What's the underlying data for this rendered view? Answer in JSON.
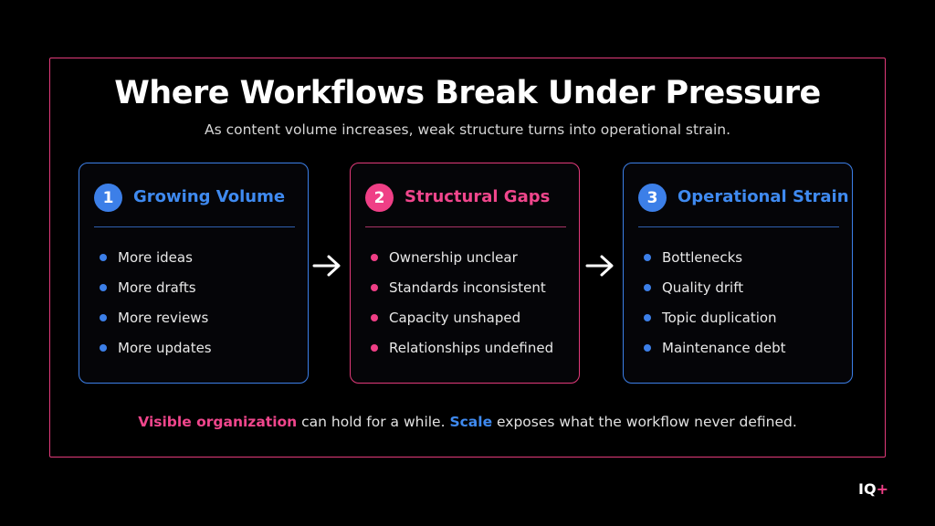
{
  "title": "Where Workflows Break Under Pressure",
  "subtitle": "As content volume increases, weak structure turns into operational strain.",
  "cards": [
    {
      "number": "1",
      "title": "Growing Volume",
      "accent": "#3c7fe8",
      "items": [
        "More ideas",
        "More drafts",
        "More reviews",
        "More updates"
      ]
    },
    {
      "number": "2",
      "title": "Structural Gaps",
      "accent": "#ef3f86",
      "items": [
        "Ownership unclear",
        "Standards inconsistent",
        "Capacity unshaped",
        "Relationships undefined"
      ]
    },
    {
      "number": "3",
      "title": "Operational Strain",
      "accent": "#3c7fe8",
      "items": [
        "Bottlenecks",
        "Quality drift",
        "Topic duplication",
        "Maintenance debt"
      ]
    }
  ],
  "arrow_icon": "right-arrow-icon",
  "footer": {
    "highlight1": "Visible organization",
    "text1": " can hold for a while. ",
    "highlight2": "Scale",
    "text2": " exposes what the workflow never defined."
  },
  "logo": {
    "text": "IQ",
    "plus": "+"
  },
  "colors": {
    "background": "#000000",
    "frame": "#e23a7a",
    "blue": "#3c7fe8",
    "pink": "#ef3f86"
  }
}
